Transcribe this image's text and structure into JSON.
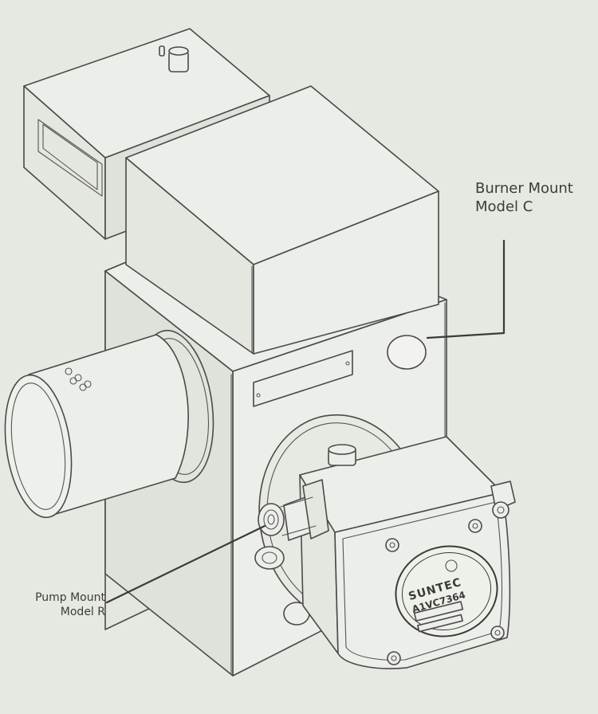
{
  "callouts": {
    "burner_mount": {
      "line1": "Burner Mount",
      "line2": "Model C"
    },
    "pump_mount": {
      "line1": "Pump Mount",
      "line2": "Model R"
    }
  },
  "pump_plate": {
    "brand": "SUNTEC",
    "model": "A1VC7364"
  },
  "colors": {
    "background": "#e6e8e2",
    "line": "#4a4a4a",
    "callout_text": "#3c3c3c"
  }
}
